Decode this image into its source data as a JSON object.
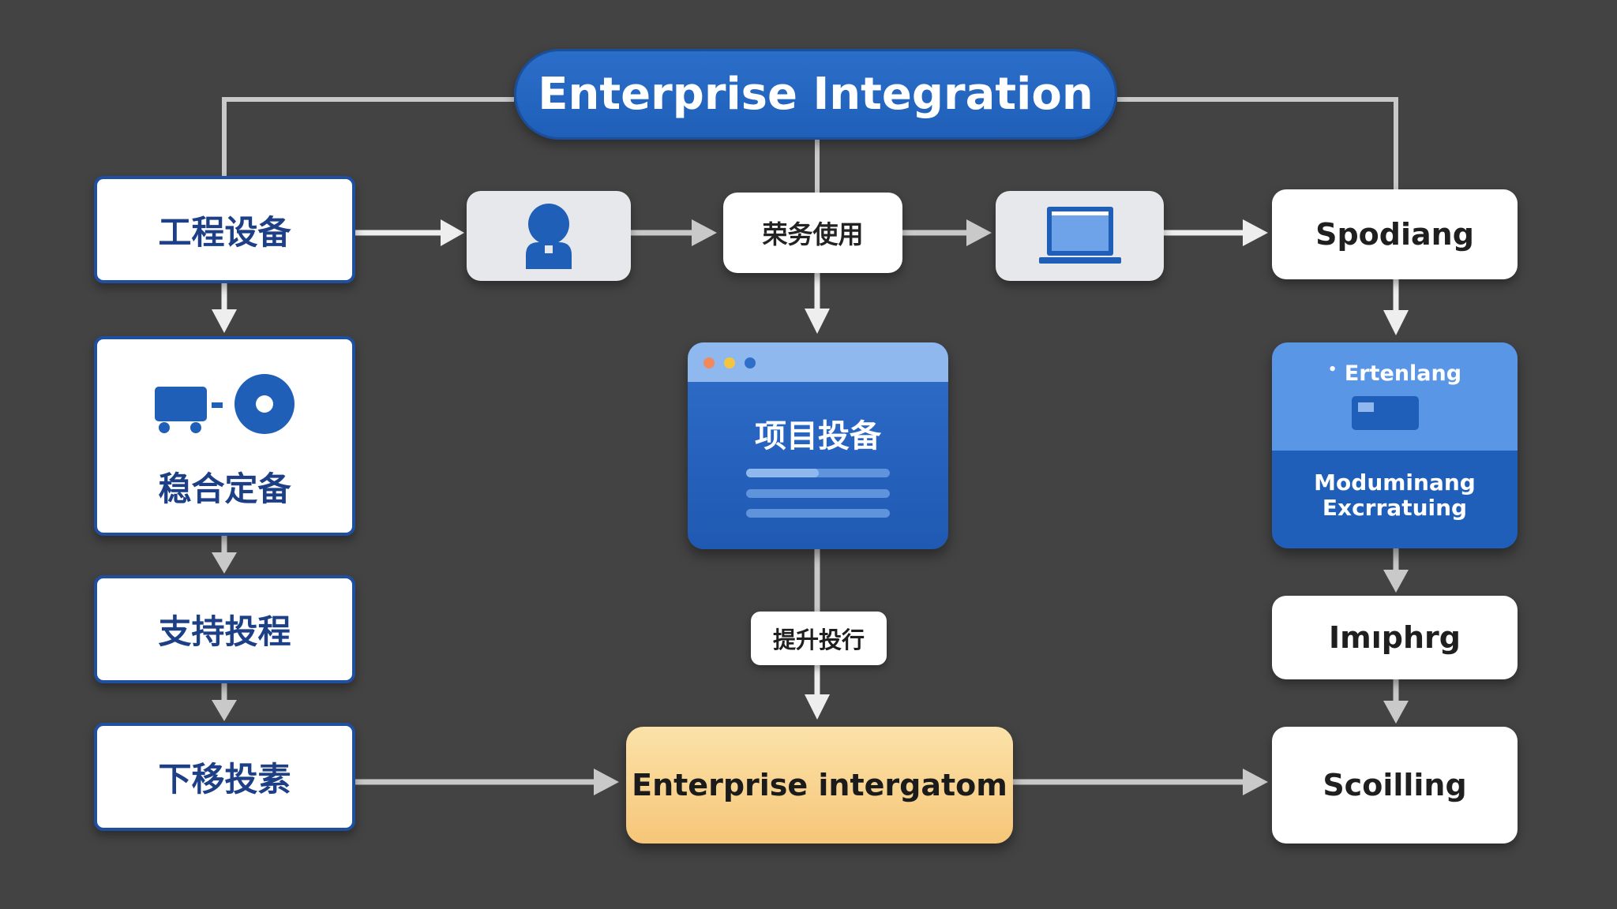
{
  "title": "Enterprise Integration",
  "left_column": [
    "工程设备",
    "稳合定备",
    "支持投程",
    "下移投素"
  ],
  "middle": {
    "top_label": "荣务使用",
    "browser_title": "项目投备",
    "connector_label": "提升投行",
    "final_node": "Enterprise intergatom"
  },
  "right_column": {
    "top": "Spodiang",
    "module_top": "Ertenlang",
    "module_bottom_line1": "Moduminang",
    "module_bottom_line2": "Excrratuing",
    "third": "Imıphrg",
    "bottom": "Scoilling"
  },
  "icons": [
    "user-icon",
    "laptop-icon",
    "truck-icon",
    "disc-icon",
    "browser-window-icon",
    "card-icon"
  ],
  "colors": {
    "background": "#434343",
    "primary_blue": "#1f5fb8",
    "light_blue": "#8fb8ef",
    "final_gradient_start": "#fbe2a9",
    "final_gradient_end": "#f6c678",
    "connector": "#c9c9c9"
  }
}
